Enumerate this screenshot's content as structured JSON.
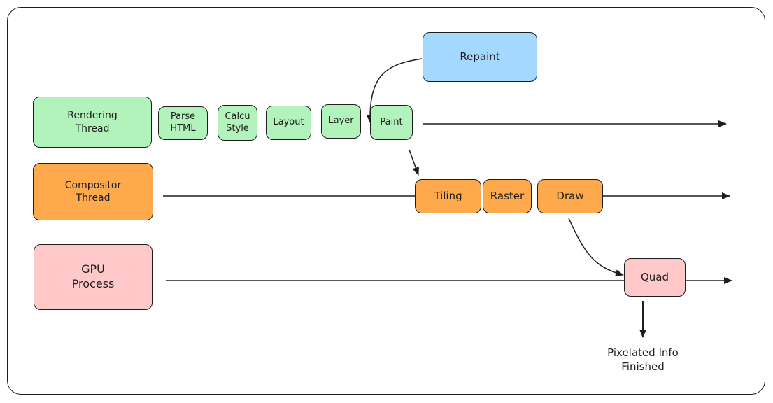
{
  "threads": {
    "rendering": "Rendering\nThread",
    "compositor": "Compositor\nThread",
    "gpu": "GPU\nProcess"
  },
  "rendering_steps": {
    "parse_html": "Parse\nHTML",
    "calc_style": "Calcu\nStyle",
    "layout": "Layout",
    "layer": "Layer",
    "paint": "Paint"
  },
  "compositor_steps": {
    "tiling": "Tiling",
    "raster": "Raster",
    "draw": "Draw"
  },
  "gpu_steps": {
    "quad": "Quad"
  },
  "repaint": "Repaint",
  "result": "Pixelated Info\nFinished",
  "colors": {
    "rendering": "#b2f2bb",
    "compositor": "#ffa94d",
    "gpu": "#ffc9c9",
    "repaint": "#a5d8ff",
    "stroke": "#1e1e1e"
  }
}
